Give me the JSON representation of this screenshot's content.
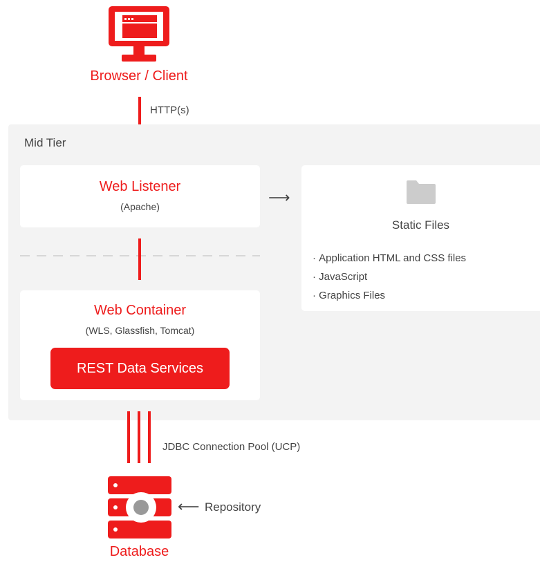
{
  "browser": {
    "label": "Browser / Client",
    "icon": "monitor-icon"
  },
  "http_label": "HTTP(s)",
  "mid_tier": {
    "label": "Mid Tier",
    "web_listener": {
      "title": "Web Listener",
      "subtitle": "(Apache)"
    },
    "arrow": "⟶",
    "static_files": {
      "icon": "folder-icon",
      "title": "Static Files",
      "items": [
        "Application HTML and CSS files",
        "JavaScript",
        "Graphics Files"
      ]
    },
    "web_container": {
      "title": "Web Container",
      "subtitle": "(WLS, Glassfish, Tomcat)",
      "rest_button": "REST Data Services"
    }
  },
  "jdbc_label": "JDBC Connection Pool (UCP)",
  "repository_arrow": "⟵",
  "repository_label": "Repository",
  "database": {
    "label": "Database",
    "icon": "database-icon"
  },
  "colors": {
    "accent": "#ee1c1c",
    "panel": "#f3f3f3",
    "card": "#ffffff",
    "icon_gray": "#cccccc"
  }
}
